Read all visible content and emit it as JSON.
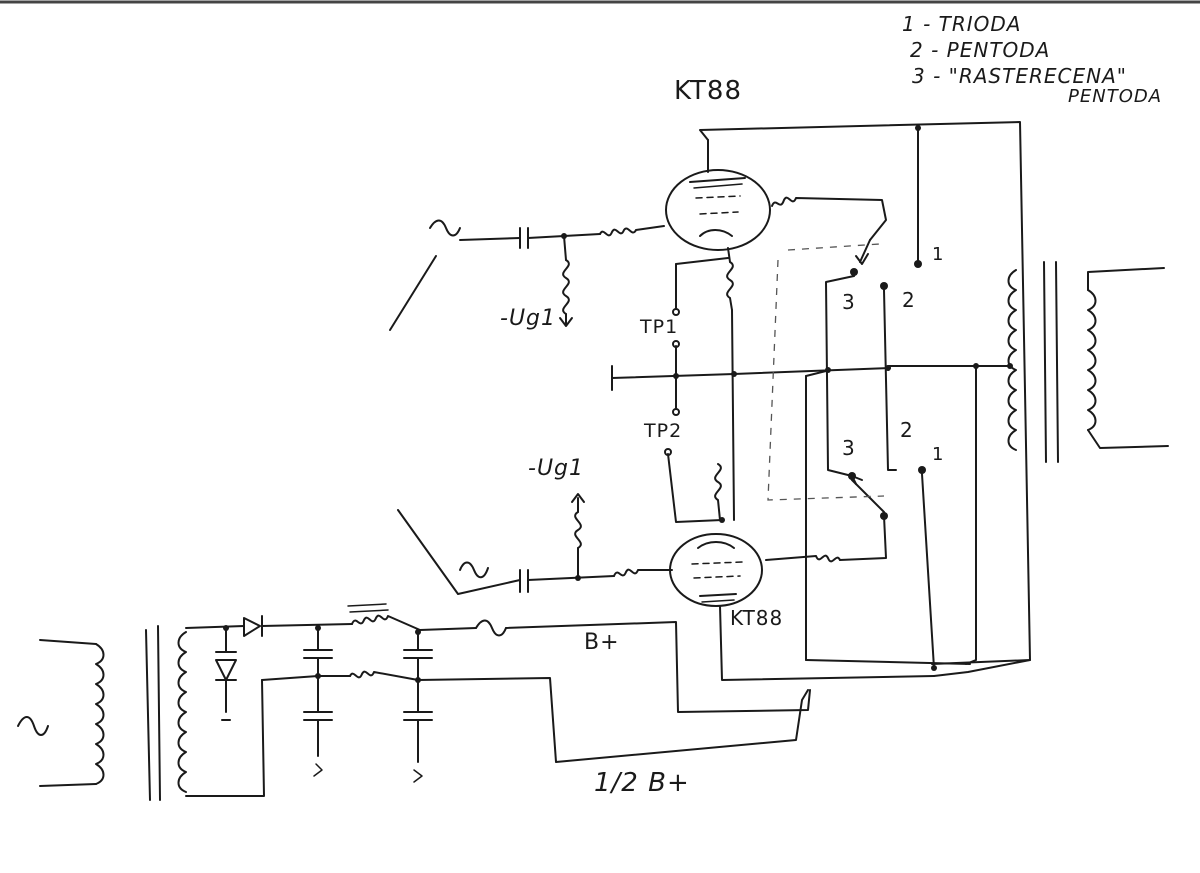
{
  "legend": {
    "line1": "1 - TRIODA",
    "line2": "2 - PENTODA",
    "line3": "3 - \"RASTERECENA\"",
    "line3b": "PENTODA"
  },
  "tubes": {
    "top_label": "KT88",
    "bottom_label": "KT88"
  },
  "labels": {
    "ug1_top": "-Ug1",
    "ug1_bottom": "-Ug1",
    "tp1": "TP1",
    "tp2": "TP2",
    "bplus": "B+",
    "half_bplus": "1/2 B+"
  },
  "switch_positions": {
    "top": [
      "1",
      "2",
      "3"
    ],
    "bottom": [
      "1",
      "2",
      "3"
    ]
  },
  "colors": {
    "ink": "#1a1a1a",
    "paper": "#ffffff"
  }
}
